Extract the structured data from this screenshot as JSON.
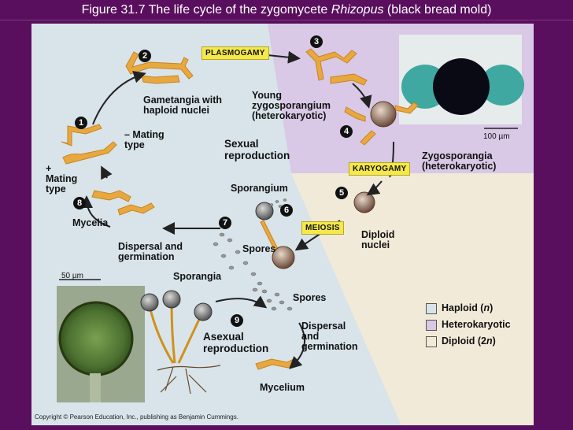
{
  "header": {
    "title_pre": "Figure 31.7  The life cycle of the zygomycete ",
    "title_italic": "Rhizopus",
    "title_post": " (black bread mold)"
  },
  "steps": {
    "n1": "1",
    "n2": "2",
    "n3": "3",
    "n4": "4",
    "n5": "5",
    "n6": "6",
    "n7": "7",
    "n8": "8",
    "n9": "9"
  },
  "stages": {
    "plasmogamy": "PLASMOGAMY",
    "karyogamy": "KARYOGAMY",
    "meiosis": "MEIOSIS"
  },
  "labels": {
    "gametangia_1": "Gametangia with",
    "gametangia_2": "haploid nuclei",
    "young_1": "Young",
    "young_2": "zygosporangium",
    "young_3": "(heterokaryotic)",
    "minus_1": "– Mating",
    "minus_2": "type",
    "plus_1": "+",
    "plus_2": "Mating",
    "plus_3": "type",
    "sexual_1": "Sexual",
    "sexual_2": "reproduction",
    "zygo_1": "Zygosporangia",
    "zygo_2": "(heterokaryotic)",
    "scale_top": "100 µm",
    "sporangium": "Sporangium",
    "mycelia": "Mycelia",
    "diploid_1": "Diploid",
    "diploid_2": "nuclei",
    "dispersal_1": "Dispersal and",
    "dispersal_2": "germination",
    "spores_mid": "Spores",
    "scale_bottom": "50 µm",
    "sporangia": "Sporangia",
    "spores_low": "Spores",
    "asexual_1": "Asexual",
    "asexual_2": "reproduction",
    "disp2_1": "Dispersal",
    "disp2_2": "and",
    "disp2_3": "germination",
    "mycelium": "Mycelium"
  },
  "legend": [
    {
      "label": "Haploid (",
      "italic": "n",
      "tail": ")",
      "color": "#d8e4ea"
    },
    {
      "label": "Heterokaryotic",
      "italic": "",
      "tail": "",
      "color": "#d9c8e6"
    },
    {
      "label": "Diploid (2",
      "italic": "n",
      "tail": ")",
      "color": "#f2ead8"
    }
  ],
  "copyright": "Copyright © Pearson Education, Inc., publishing as Benjamin Cummings.",
  "colors": {
    "haploid": "#d8e4ea",
    "heterokaryotic": "#d9c8e6",
    "diploid": "#f2ead8",
    "hyphae": "#e8a840",
    "stage_box": "#f4e84a"
  }
}
